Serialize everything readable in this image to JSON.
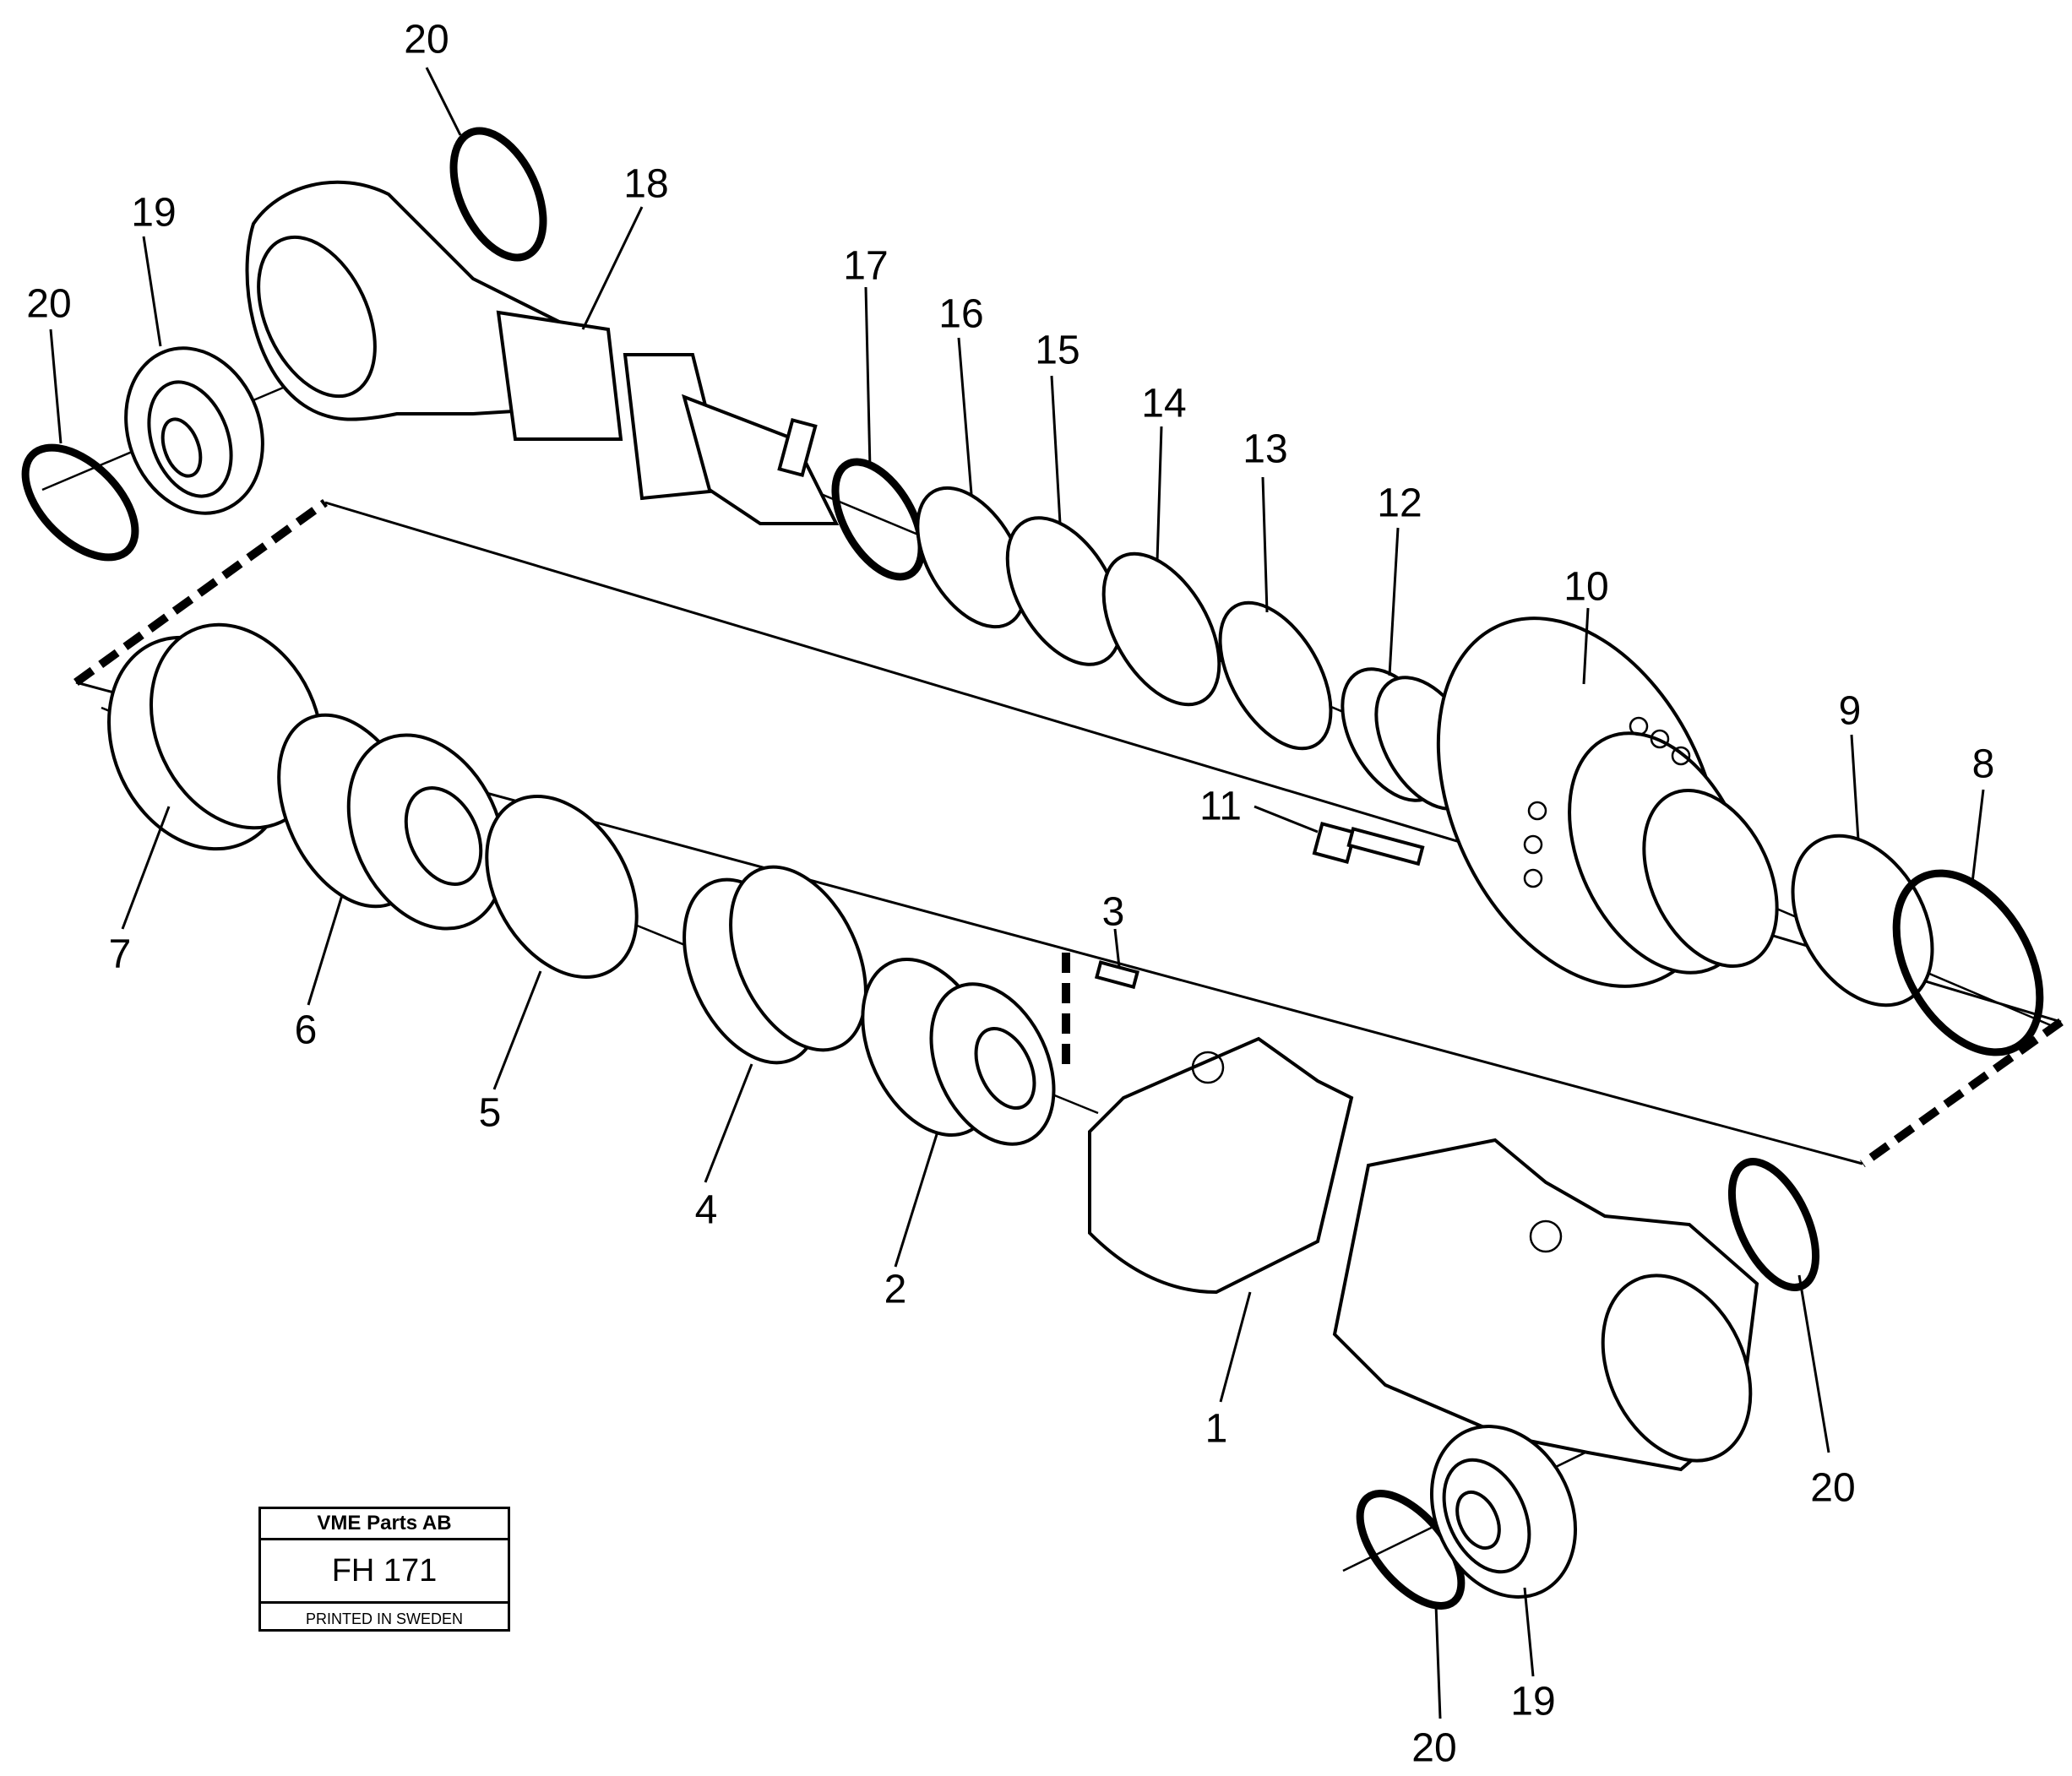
{
  "title_block": {
    "company": "VME Parts AB",
    "code": "FH 171",
    "printed": "PRINTED IN SWEDEN"
  },
  "callouts": {
    "c1": "1",
    "c2": "2",
    "c3": "3",
    "c4": "4",
    "c5": "5",
    "c6": "6",
    "c7": "7",
    "c8": "8",
    "c9": "9",
    "c10": "10",
    "c11": "11",
    "c12": "12",
    "c13": "13",
    "c14": "14",
    "c15": "15",
    "c16": "16",
    "c17": "17",
    "c18": "18",
    "c19a": "19",
    "c19b": "19",
    "c20a": "20",
    "c20b": "20",
    "c20c": "20",
    "c20d": "20"
  }
}
